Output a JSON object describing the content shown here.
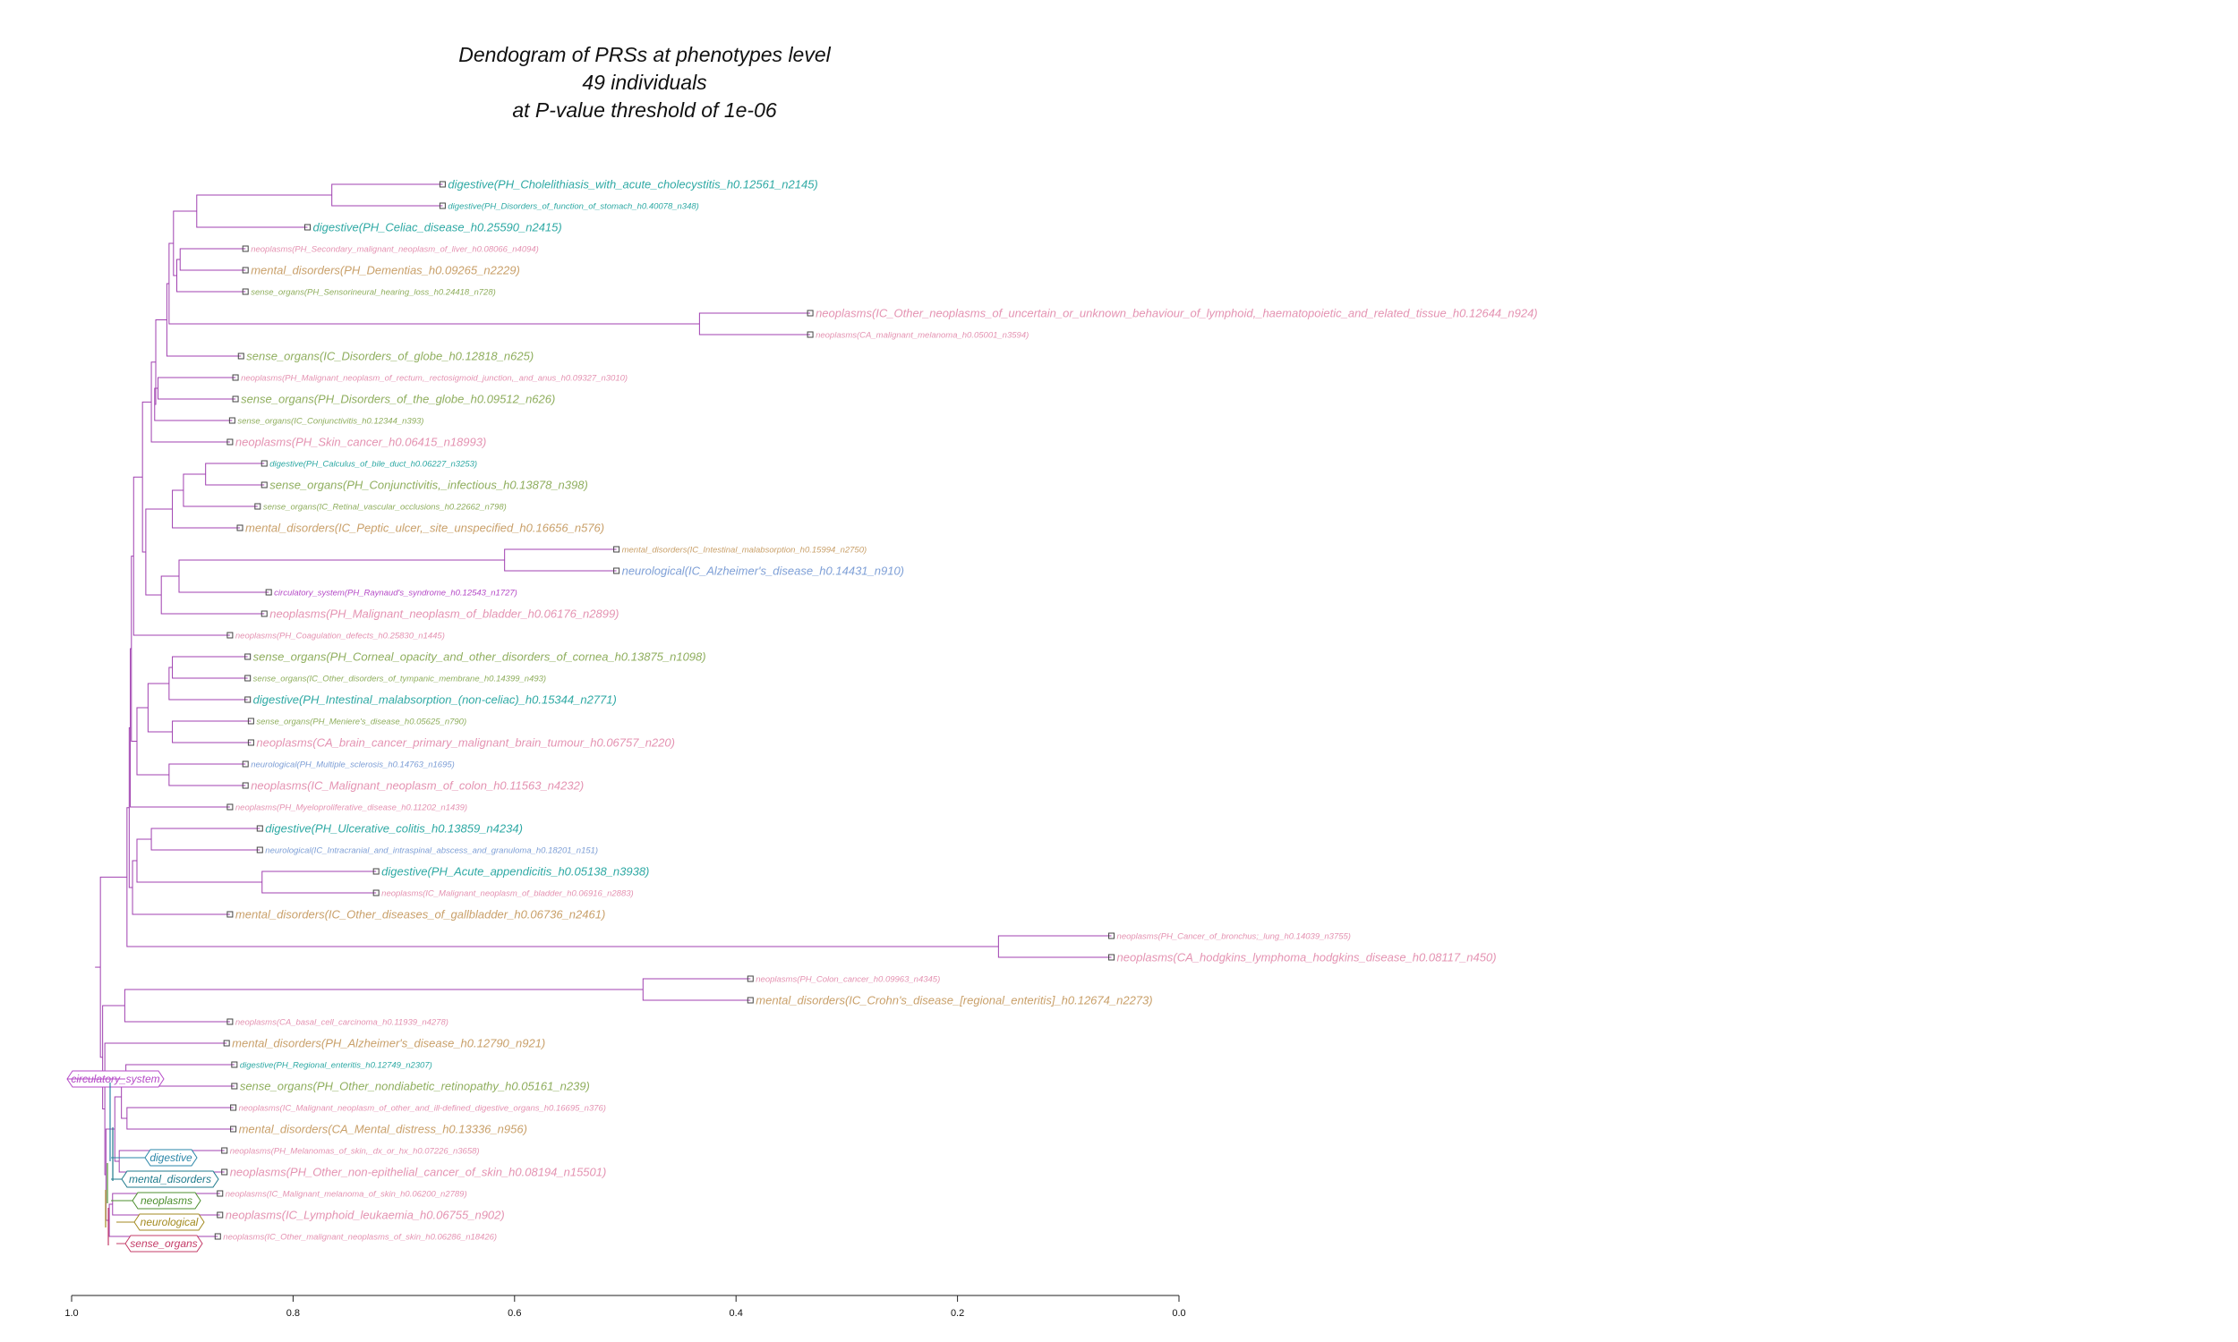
{
  "title": {
    "line1": "Dendogram of PRSs at phenotypes level",
    "line2": "49 individuals",
    "line3": "at P-value threshold of 1e-06"
  },
  "colors": {
    "circulatory_system": "#b54ac7",
    "digestive": "#2ea9a4",
    "mental_disorders": "#c9a06a",
    "neoplasms": "#e493b2",
    "neurological": "#7e9fd6",
    "sense_organs": "#8fae5e",
    "tree": "#a040b0",
    "axis": "#222222"
  },
  "axis": {
    "ticks": [
      "1.0",
      "0.8",
      "0.6",
      "0.4",
      "0.2",
      "0.0"
    ]
  },
  "legend": [
    {
      "label": "circulatory_system",
      "color": "#b54ac7"
    },
    {
      "label": "digestive",
      "color": "#2a86a8"
    },
    {
      "label": "mental_disorders",
      "color": "#1f7a8c"
    },
    {
      "label": "neoplasms",
      "color": "#4d8f2f"
    },
    {
      "label": "neurological",
      "color": "#a38a20"
    },
    {
      "label": "sense_organs",
      "color": "#c43c68"
    }
  ],
  "leaves": [
    {
      "label": "digestive(PH_Cholelithiasis_with_acute_cholecystitis_h0.12561_n2145)",
      "cat": "digestive",
      "size": "big",
      "h": 0.665
    },
    {
      "label": "digestive(PH_Disorders_of_function_of_stomach_h0.40078_n348)",
      "cat": "digestive",
      "size": "small",
      "h": 0.665
    },
    {
      "label": "digestive(PH_Celiac_disease_h0.25590_n2415)",
      "cat": "digestive",
      "size": "big",
      "h": 0.787
    },
    {
      "label": "neoplasms(PH_Secondary_malignant_neoplasm_of_liver_h0.08066_n4094)",
      "cat": "neoplasms",
      "size": "small",
      "h": 0.843
    },
    {
      "label": "mental_disorders(PH_Dementias_h0.09265_n2229)",
      "cat": "mental_disorders",
      "size": "big",
      "h": 0.843
    },
    {
      "label": "sense_organs(PH_Sensorineural_hearing_loss_h0.24418_n728)",
      "cat": "sense_organs",
      "size": "small",
      "h": 0.843
    },
    {
      "label": "neoplasms(IC_Other_neoplasms_of_uncertain_or_unknown_behaviour_of_lymphoid,_haematopoietic_and_related_tissue_h0.12644_n924)",
      "cat": "neoplasms",
      "size": "big",
      "h": 0.333
    },
    {
      "label": "neoplasms(CA_malignant_melanoma_h0.05001_n3594)",
      "cat": "neoplasms",
      "size": "small",
      "h": 0.333
    },
    {
      "label": "sense_organs(IC_Disorders_of_globe_h0.12818_n625)",
      "cat": "sense_organs",
      "size": "big",
      "h": 0.847
    },
    {
      "label": "neoplasms(PH_Malignant_neoplasm_of_rectum,_rectosigmoid_junction,_and_anus_h0.09327_n3010)",
      "cat": "neoplasms",
      "size": "small",
      "h": 0.852
    },
    {
      "label": "sense_organs(PH_Disorders_of_the_globe_h0.09512_n626)",
      "cat": "sense_organs",
      "size": "big",
      "h": 0.852
    },
    {
      "label": "sense_organs(IC_Conjunctivitis_h0.12344_n393)",
      "cat": "sense_organs",
      "size": "small",
      "h": 0.855
    },
    {
      "label": "neoplasms(PH_Skin_cancer_h0.06415_n18993)",
      "cat": "neoplasms",
      "size": "big",
      "h": 0.857
    },
    {
      "label": "digestive(PH_Calculus_of_bile_duct_h0.06227_n3253)",
      "cat": "digestive",
      "size": "small",
      "h": 0.826
    },
    {
      "label": "sense_organs(PH_Conjunctivitis,_infectious_h0.13878_n398)",
      "cat": "sense_organs",
      "size": "big",
      "h": 0.826
    },
    {
      "label": "sense_organs(IC_Retinal_vascular_occlusions_h0.22662_n798)",
      "cat": "sense_organs",
      "size": "small",
      "h": 0.832
    },
    {
      "label": "mental_disorders(IC_Peptic_ulcer,_site_unspecified_h0.16656_n576)",
      "cat": "mental_disorders",
      "size": "big",
      "h": 0.848
    },
    {
      "label": "mental_disorders(IC_Intestinal_malabsorption_h0.15994_n2750)",
      "cat": "mental_disorders",
      "size": "small",
      "h": 0.508
    },
    {
      "label": "neurological(IC_Alzheimer's_disease_h0.14431_n910)",
      "cat": "neurological",
      "size": "big",
      "h": 0.508
    },
    {
      "label": "circulatory_system(PH_Raynaud's_syndrome_h0.12543_n1727)",
      "cat": "circulatory_system",
      "size": "small",
      "h": 0.822
    },
    {
      "label": "neoplasms(PH_Malignant_neoplasm_of_bladder_h0.06176_n2899)",
      "cat": "neoplasms",
      "size": "big",
      "h": 0.826
    },
    {
      "label": "neoplasms(PH_Coagulation_defects_h0.25830_n1445)",
      "cat": "neoplasms",
      "size": "small",
      "h": 0.857
    },
    {
      "label": "sense_organs(PH_Corneal_opacity_and_other_disorders_of_cornea_h0.13875_n1098)",
      "cat": "sense_organs",
      "size": "big",
      "h": 0.841
    },
    {
      "label": "sense_organs(IC_Other_disorders_of_tympanic_membrane_h0.14399_n493)",
      "cat": "sense_organs",
      "size": "small",
      "h": 0.841
    },
    {
      "label": "digestive(PH_Intestinal_malabsorption_(non-celiac)_h0.15344_n2771)",
      "cat": "digestive",
      "size": "big",
      "h": 0.841
    },
    {
      "label": "sense_organs(PH_Meniere's_disease_h0.05625_n790)",
      "cat": "sense_organs",
      "size": "small",
      "h": 0.838
    },
    {
      "label": "neoplasms(CA_brain_cancer_primary_malignant_brain_tumour_h0.06757_n220)",
      "cat": "neoplasms",
      "size": "big",
      "h": 0.838
    },
    {
      "label": "neurological(PH_Multiple_sclerosis_h0.14763_n1695)",
      "cat": "neurological",
      "size": "small",
      "h": 0.843
    },
    {
      "label": "neoplasms(IC_Malignant_neoplasm_of_colon_h0.11563_n4232)",
      "cat": "neoplasms",
      "size": "big",
      "h": 0.843
    },
    {
      "label": "neoplasms(PH_Myeloproliferative_disease_h0.11202_n1439)",
      "cat": "neoplasms",
      "size": "small",
      "h": 0.857
    },
    {
      "label": "digestive(PH_Ulcerative_colitis_h0.13859_n4234)",
      "cat": "digestive",
      "size": "big",
      "h": 0.83
    },
    {
      "label": "neurological(IC_Intracranial_and_intraspinal_abscess_and_granuloma_h0.18201_n151)",
      "cat": "neurological",
      "size": "small",
      "h": 0.83
    },
    {
      "label": "digestive(PH_Acute_appendicitis_h0.05138_n3938)",
      "cat": "digestive",
      "size": "big",
      "h": 0.725
    },
    {
      "label": "neoplasms(IC_Malignant_neoplasm_of_bladder_h0.06916_n2883)",
      "cat": "neoplasms",
      "size": "small",
      "h": 0.725
    },
    {
      "label": "mental_disorders(IC_Other_diseases_of_gallbladder_h0.06736_n2461)",
      "cat": "mental_disorders",
      "size": "big",
      "h": 0.857
    },
    {
      "label": "neoplasms(PH_Cancer_of_bronchus;_lung_h0.14039_n3755)",
      "cat": "neoplasms",
      "size": "small",
      "h": 0.061
    },
    {
      "label": "neoplasms(CA_hodgkins_lymphoma_hodgkins_disease_h0.08117_n450)",
      "cat": "neoplasms",
      "size": "big",
      "h": 0.061
    },
    {
      "label": "neoplasms(PH_Colon_cancer_h0.09963_n4345)",
      "cat": "neoplasms",
      "size": "small",
      "h": 0.387
    },
    {
      "label": "mental_disorders(IC_Crohn's_disease_[regional_enteritis]_h0.12674_n2273)",
      "cat": "mental_disorders",
      "size": "big",
      "h": 0.387
    },
    {
      "label": "neoplasms(CA_basal_cell_carcinoma_h0.11939_n4278)",
      "cat": "neoplasms",
      "size": "small",
      "h": 0.857
    },
    {
      "label": "mental_disorders(PH_Alzheimer's_disease_h0.12790_n921)",
      "cat": "mental_disorders",
      "size": "big",
      "h": 0.86
    },
    {
      "label": "digestive(PH_Regional_enteritis_h0.12749_n2307)",
      "cat": "digestive",
      "size": "small",
      "h": 0.853
    },
    {
      "label": "sense_organs(PH_Other_nondiabetic_retinopathy_h0.05161_n239)",
      "cat": "sense_organs",
      "size": "big",
      "h": 0.853
    },
    {
      "label": "neoplasms(IC_Malignant_neoplasm_of_other_and_ill-defined_digestive_organs_h0.16695_n376)",
      "cat": "neoplasms",
      "size": "small",
      "h": 0.854
    },
    {
      "label": "mental_disorders(CA_Mental_distress_h0.13336_n956)",
      "cat": "mental_disorders",
      "size": "big",
      "h": 0.854
    },
    {
      "label": "neoplasms(PH_Melanomas_of_skin,_dx_or_hx_h0.07226_n3658)",
      "cat": "neoplasms",
      "size": "small",
      "h": 0.862
    },
    {
      "label": "neoplasms(PH_Other_non-epithelial_cancer_of_skin_h0.08194_n15501)",
      "cat": "neoplasms",
      "size": "big",
      "h": 0.862
    },
    {
      "label": "neoplasms(IC_Malignant_melanoma_of_skin_h0.06200_n2789)",
      "cat": "neoplasms",
      "size": "small",
      "h": 0.866
    },
    {
      "label": "neoplasms(IC_Lymphoid_leukaemia_h0.06755_n902)",
      "cat": "neoplasms",
      "size": "big",
      "h": 0.866
    },
    {
      "label": "neoplasms(IC_Other_malignant_neoplasms_of_skin_h0.06286_n18426)",
      "cat": "neoplasms",
      "size": "small",
      "h": 0.868
    }
  ],
  "merges": [
    {
      "a": 0,
      "b": 1,
      "h": 0.765
    },
    {
      "a": -1,
      "b": 2,
      "h": 0.887
    },
    {
      "a": 3,
      "b": 4,
      "h": 0.902
    },
    {
      "a": -3,
      "b": 5,
      "h": 0.905
    },
    {
      "a": -2,
      "b": -4,
      "h": 0.908
    },
    {
      "a": 6,
      "b": 7,
      "h": 0.433
    },
    {
      "a": -5,
      "b": -6,
      "h": 0.912
    },
    {
      "a": -7,
      "b": 8,
      "h": 0.914
    },
    {
      "a": 9,
      "b": 10,
      "h": 0.922
    },
    {
      "a": -9,
      "b": 11,
      "h": 0.925
    },
    {
      "a": -8,
      "b": -10,
      "h": 0.924
    },
    {
      "a": -11,
      "b": 12,
      "h": 0.928
    },
    {
      "a": 13,
      "b": 14,
      "h": 0.879
    },
    {
      "a": -13,
      "b": 15,
      "h": 0.899
    },
    {
      "a": -14,
      "b": 16,
      "h": 0.909
    },
    {
      "a": 17,
      "b": 18,
      "h": 0.609
    },
    {
      "a": -16,
      "b": 19,
      "h": 0.903
    },
    {
      "a": -17,
      "b": 20,
      "h": 0.919
    },
    {
      "a": -15,
      "b": -18,
      "h": 0.933
    },
    {
      "a": -12,
      "b": -19,
      "h": 0.936
    },
    {
      "a": 22,
      "b": 23,
      "h": 0.909
    },
    {
      "a": -21,
      "b": 24,
      "h": 0.912
    },
    {
      "a": 25,
      "b": 26,
      "h": 0.909
    },
    {
      "a": -22,
      "b": -23,
      "h": 0.931
    },
    {
      "a": 27,
      "b": 28,
      "h": 0.912
    },
    {
      "a": -24,
      "b": -25,
      "h": 0.941
    },
    {
      "a": -20,
      "b": 21,
      "h": 0.944
    },
    {
      "a": -27,
      "b": -26,
      "h": 0.946
    },
    {
      "a": 30,
      "b": 31,
      "h": 0.928
    },
    {
      "a": 32,
      "b": 33,
      "h": 0.828
    },
    {
      "a": -29,
      "b": -30,
      "h": 0.941
    },
    {
      "a": -31,
      "b": 34,
      "h": 0.945
    },
    {
      "a": -28,
      "b": 29,
      "h": 0.947
    },
    {
      "a": -33,
      "b": -32,
      "h": 0.948
    },
    {
      "a": 35,
      "b": 36,
      "h": 0.163
    },
    {
      "a": -34,
      "b": -35,
      "h": 0.95
    },
    {
      "a": 37,
      "b": 38,
      "h": 0.484
    },
    {
      "a": -37,
      "b": 39,
      "h": 0.952
    },
    {
      "a": 41,
      "b": 42,
      "h": 0.951
    },
    {
      "a": 43,
      "b": 44,
      "h": 0.95
    },
    {
      "a": -39,
      "b": -40,
      "h": 0.955
    },
    {
      "a": 45,
      "b": 46,
      "h": 0.957
    },
    {
      "a": -41,
      "b": -42,
      "h": 0.961
    },
    {
      "a": 47,
      "b": 48,
      "h": 0.963
    },
    {
      "a": -44,
      "b": 49,
      "h": 0.966
    },
    {
      "a": -43,
      "b": -45,
      "h": 0.969
    },
    {
      "a": 40,
      "b": -46,
      "h": 0.97
    },
    {
      "a": -38,
      "b": -47,
      "h": 0.972
    },
    {
      "a": -36,
      "b": -48,
      "h": 0.974
    }
  ]
}
